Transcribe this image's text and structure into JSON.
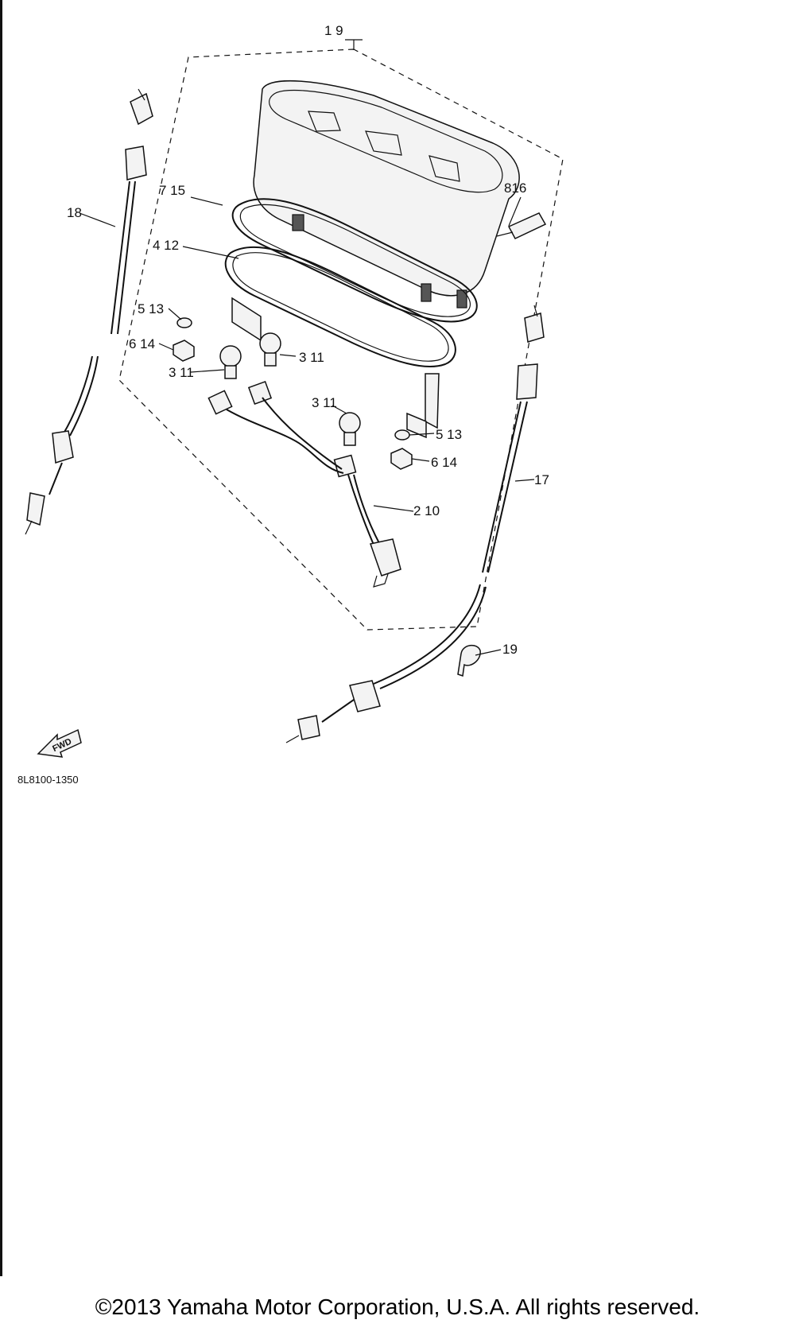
{
  "callouts": {
    "assembly": "1 9",
    "c715": "7 15",
    "c816": "816",
    "c18": "18",
    "c412": "4 12",
    "c513_left": "5 13",
    "c614_left": "6 14",
    "c311_a": "3 11",
    "c311_b": "3 11",
    "c311_c": "3 11",
    "c513_right": "5 13",
    "c614_right": "6 14",
    "c17": "17",
    "c210": "2 10",
    "c19": "19"
  },
  "fwd_marker": "FWD",
  "drawing_code": "8L8100-1350",
  "copyright": "©2013 Yamaha Motor Corporation, U.S.A. All rights reserved."
}
